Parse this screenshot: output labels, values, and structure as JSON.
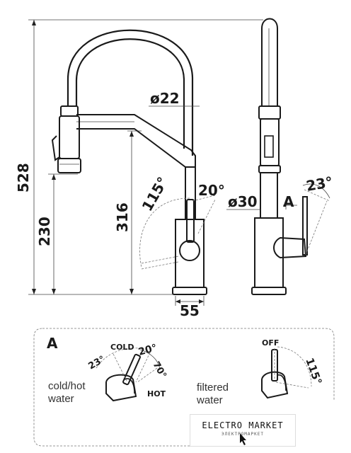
{
  "dimensions": {
    "total_height": "528",
    "spout_height": "316",
    "base_height": "230",
    "hose_diameter": "ø22",
    "body_diameter": "ø30",
    "base_width": "55",
    "swivel_angle": "115°",
    "tilt_angle": "20°",
    "side_angle": "23°",
    "section_marker": "A"
  },
  "detail": {
    "label": "A",
    "left_caption_line1": "cold/hot",
    "left_caption_line2": "water",
    "cold": "COLD",
    "hot": "HOT",
    "angle_20": "20°",
    "angle_23": "23°",
    "angle_70": "70°",
    "right_caption_line1": "filtered",
    "right_caption_line2": "water",
    "off": "OFF",
    "angle_115": "115°"
  },
  "watermark": {
    "title": "ELECTRO MARKET",
    "subtitle": "ЭЛЕКТРОМАРКЕТ"
  }
}
